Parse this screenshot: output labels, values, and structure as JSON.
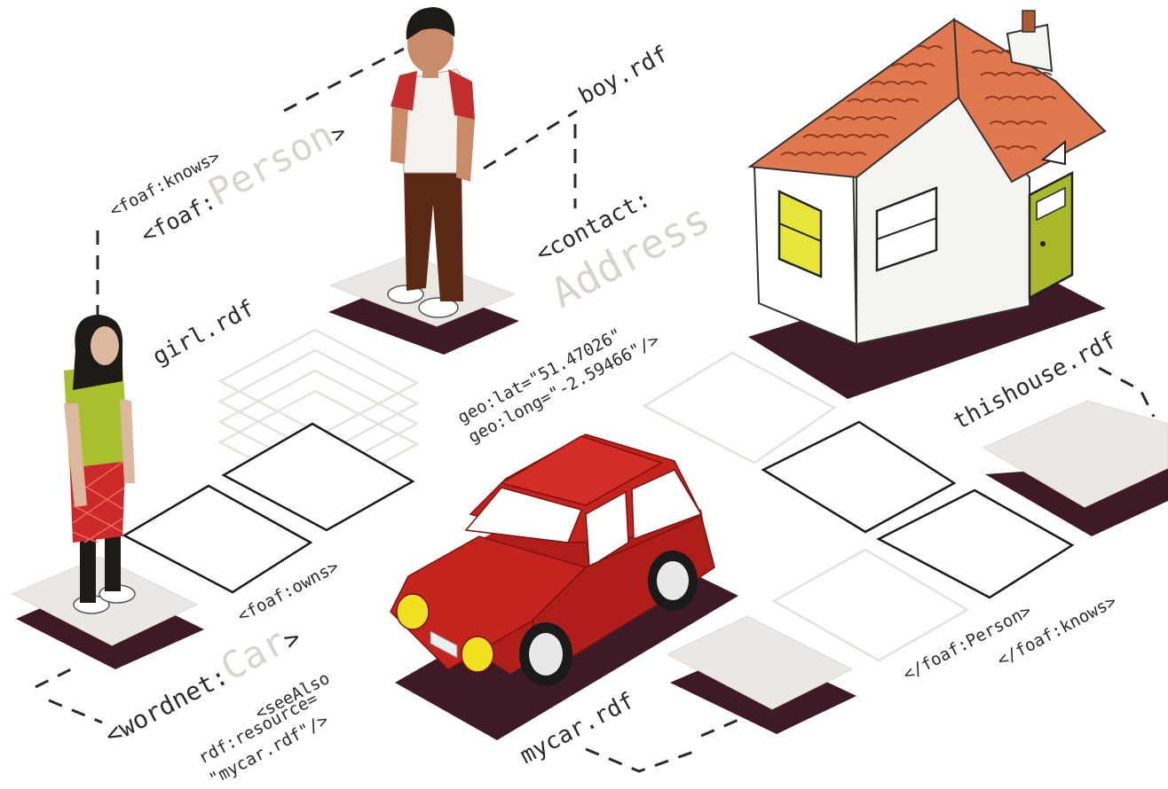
{
  "diagram": {
    "labels": {
      "foaf_knows_open": "<foaf:knows>",
      "foaf_person_prefix": "<foaf:",
      "foaf_person_word": "Person",
      "foaf_person_close": ">",
      "boy_rdf": "boy.rdf",
      "girl_rdf": "girl.rdf",
      "contact_prefix": "<contact:",
      "contact_word": "Address",
      "geo_lat": "geo:lat=\"51.47026\"",
      "geo_long": "geo:long=\"-2.59466\"/>",
      "thishouse_rdf": "thishouse.rdf",
      "foaf_owns": "<foaf:owns>",
      "wordnet_prefix": "<wordnet:",
      "wordnet_word": "Car",
      "wordnet_close": ">",
      "see_also": "<seeAlso",
      "rdf_resource": "rdf:resource=",
      "mycar_quoted": "\"mycar.rdf\"/>",
      "mycar_rdf": "mycar.rdf",
      "foaf_person_end": "</foaf:Person>",
      "foaf_knows_end": "</foaf:knows>"
    },
    "colors": {
      "platform_dark": "#3d1a26",
      "platform_light": "#ebe8e3",
      "car_red": "#c4241e",
      "roof_tile": "#e07850",
      "window_yellow": "#e8e53a",
      "door_green": "#a8b82a",
      "girl_shirt": "#a8c030",
      "girl_skirt": "#cc2a2a",
      "boy_sleeve": "#c22e2e",
      "boy_trousers": "#5a2814",
      "ghost_text": "#d8d4cc"
    },
    "icons": [
      "girl-figure",
      "boy-figure",
      "house-illustration",
      "car-illustration"
    ]
  }
}
